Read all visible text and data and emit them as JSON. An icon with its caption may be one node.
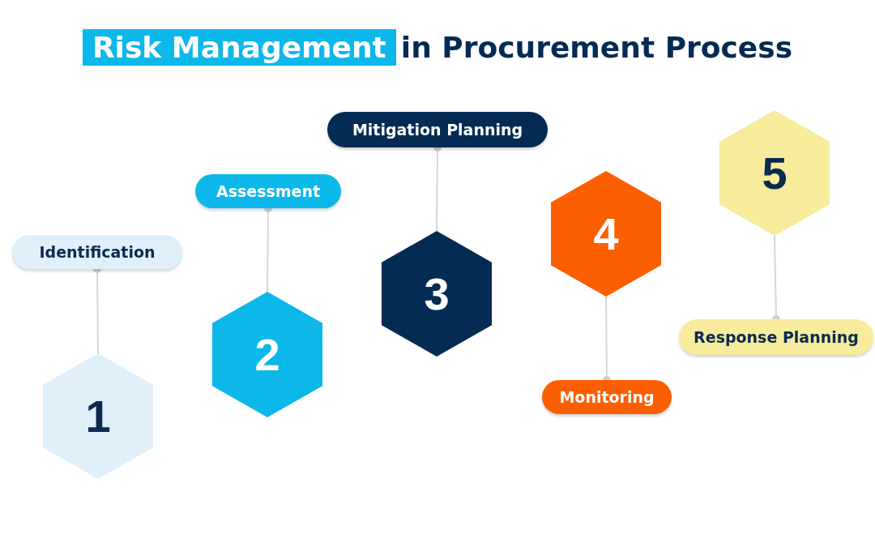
{
  "diagram": {
    "title": "Risk Management in Procurement Process",
    "nodes": [
      {
        "text": [
          "Identification"
        ]
      },
      {
        "text": [
          "1"
        ]
      },
      {
        "text": [
          "Assessment"
        ]
      },
      {
        "text": [
          "2"
        ]
      },
      {
        "text": [
          "Mitigation Planning"
        ]
      },
      {
        "text": [
          "3"
        ]
      },
      {
        "text": [
          "4"
        ]
      },
      {
        "text": [
          "Monitoring"
        ]
      },
      {
        "text": [
          "5"
        ]
      },
      {
        "text": [
          "Response Planning"
        ]
      }
    ],
    "edges": [
      {
        "from": 0,
        "to": 1,
        "arrow": "other"
      },
      {
        "from": 2,
        "to": 3,
        "arrow": "other"
      },
      {
        "from": 4,
        "to": 5,
        "arrow": "other"
      },
      {
        "from": 7,
        "to": 6,
        "arrow": "other"
      },
      {
        "from": 9,
        "to": 8,
        "arrow": "other"
      }
    ]
  }
}
